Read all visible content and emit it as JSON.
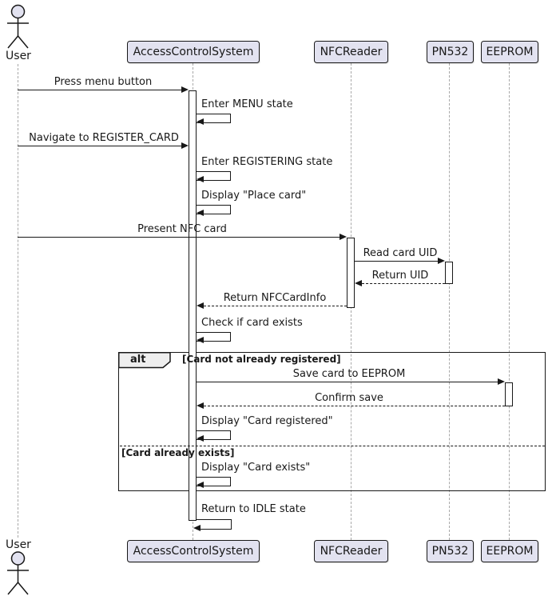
{
  "diagram": {
    "type": "uml-sequence-diagram",
    "participants": {
      "user": "User",
      "acs": "AccessControlSystem",
      "nfc": "NFCReader",
      "pn532": "PN532",
      "eeprom": "EEPROM"
    },
    "messages": {
      "press_menu": "Press menu button",
      "enter_menu": "Enter MENU state",
      "navigate_register": "Navigate to REGISTER_CARD",
      "enter_registering": "Enter REGISTERING state",
      "display_place_card": "Display \"Place card\"",
      "present_nfc": "Present NFC card",
      "read_uid": "Read card UID",
      "return_uid": "Return UID",
      "return_cardinfo": "Return NFCCardInfo",
      "check_exists": "Check if card exists",
      "save_card": "Save card to EEPROM",
      "confirm_save": "Confirm save",
      "display_registered": "Display \"Card registered\"",
      "display_exists": "Display \"Card exists\"",
      "return_idle": "Return to IDLE state"
    },
    "alt_block": {
      "operator": "alt",
      "guard_registered": "[Card not already registered]",
      "guard_exists": "[Card already exists]"
    },
    "colors": {
      "background": "#FFFFFF",
      "participant_fill": "#E2E2F0",
      "line": "#181818",
      "lifeline": "#A8A8A8",
      "frame_label_fill": "#EEEEEE",
      "activation_fill": "#FFFFFF"
    }
  }
}
